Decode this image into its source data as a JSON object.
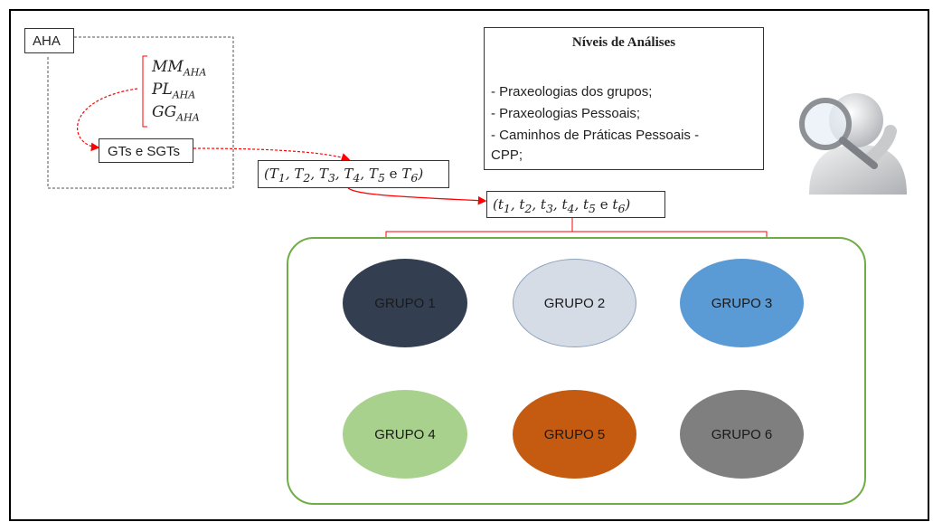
{
  "aha": "AHA",
  "subsets": [
    "MM",
    "PL",
    "GG"
  ],
  "subscript": "AHA",
  "gts": "GTs e SGTs",
  "tasks_upper": {
    "letters": [
      "T",
      "T",
      "T",
      "T",
      "T",
      "T"
    ],
    "indices": [
      "1",
      "2",
      "3",
      "4",
      "5",
      "6"
    ],
    "conj": "e"
  },
  "tasks_lower": {
    "letters": [
      "t",
      "t",
      "t",
      "t",
      "t",
      "t"
    ],
    "indices": [
      "1",
      "2",
      "3",
      "4",
      "5",
      "6"
    ],
    "conj": "e"
  },
  "niveis": {
    "title": "Níveis de Análises",
    "items": [
      "- Praxeologias dos grupos;",
      "- Praxeologias Pessoais;",
      "- Caminhos de Práticas Pessoais -",
      "CPP;"
    ]
  },
  "groups": [
    {
      "label": "GRUPO 1",
      "color": "#333f50"
    },
    {
      "label": "GRUPO 2",
      "color": "#d6dce5"
    },
    {
      "label": "GRUPO 3",
      "color": "#5b9bd5"
    },
    {
      "label": "GRUPO 4",
      "color": "#a9d18e"
    },
    {
      "label": "GRUPO 5",
      "color": "#c55a11"
    },
    {
      "label": "GRUPO 6",
      "color": "#7f7f7f"
    }
  ],
  "colors": {
    "arrow": "#ff0000",
    "container_border": "#70ad47"
  },
  "icons": [
    "magnifier-person-icon"
  ]
}
